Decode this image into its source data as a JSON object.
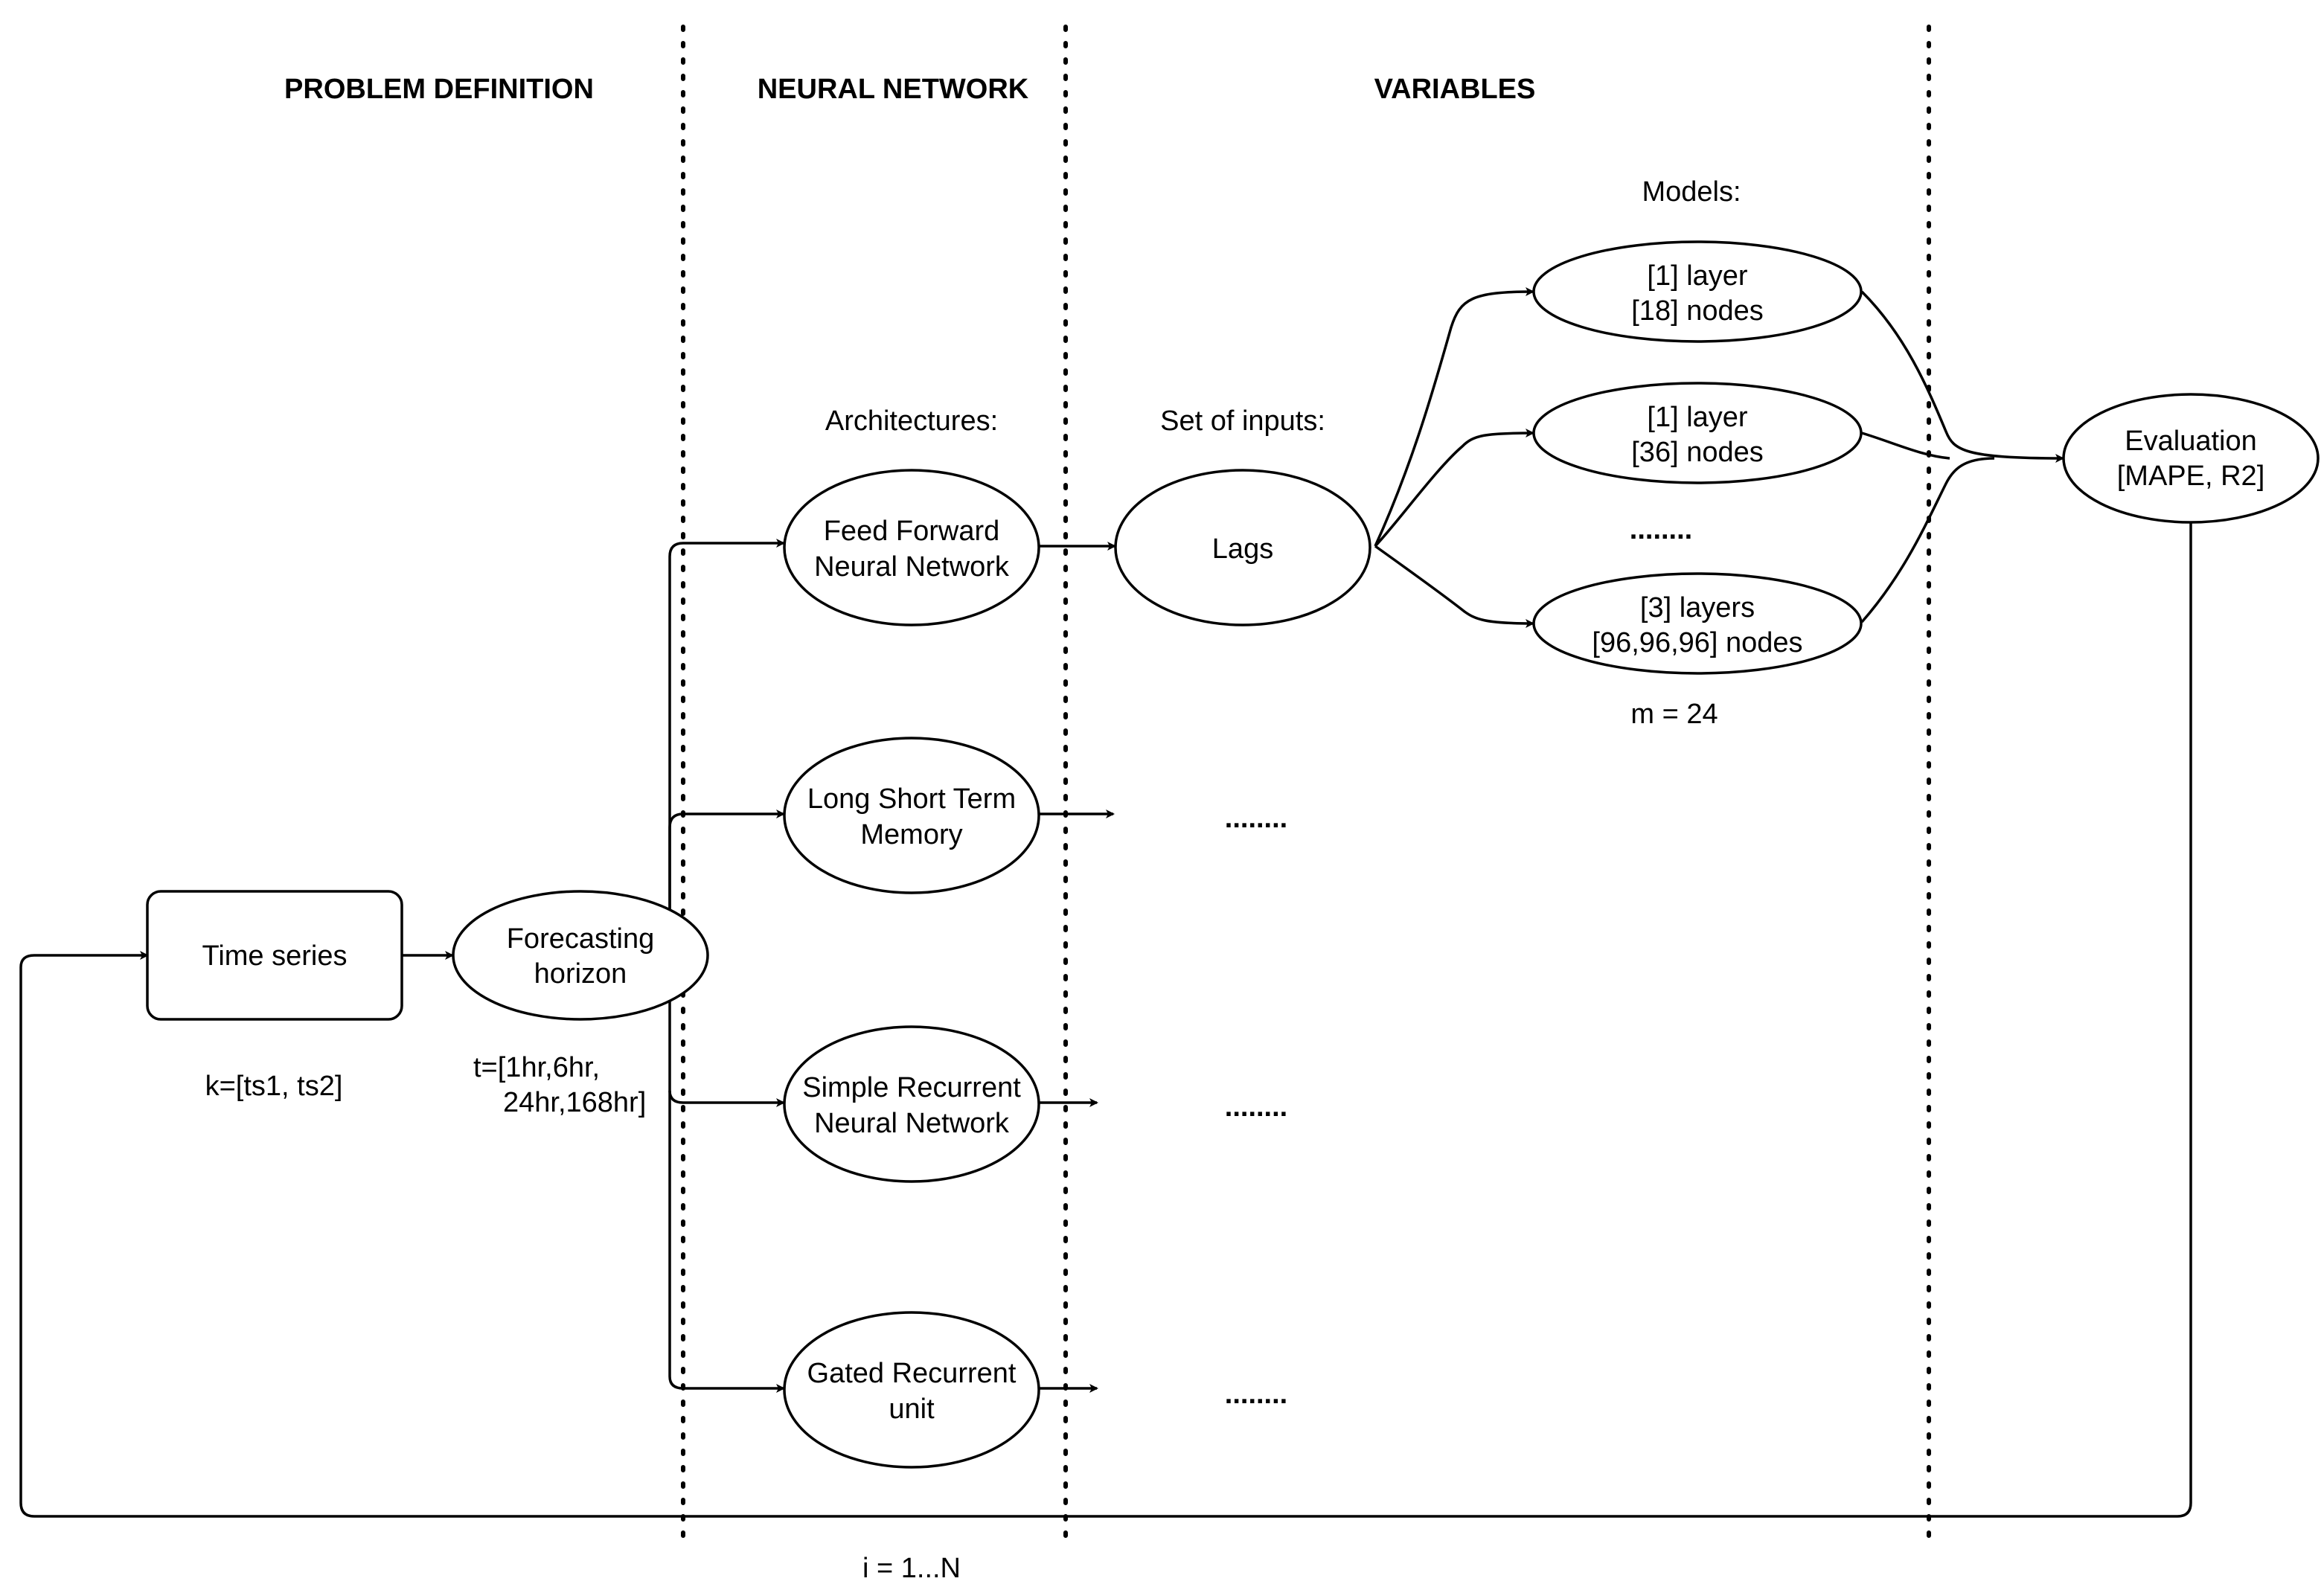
{
  "headers": {
    "problem_definition": "PROBLEM DEFINITION",
    "neural_network": "NEURAL NETWORK",
    "variables": "VARIABLES"
  },
  "labels": {
    "models": "Models:",
    "architectures": "Architectures:",
    "set_of_inputs": "Set of  inputs:",
    "k": "k=[ts1, ts2]",
    "t_line1": "t=[1hr,6hr,",
    "t_line2": "24hr,168hr]",
    "m": "m = 24",
    "i": "i = 1...N",
    "models_ellipsis": "........",
    "lstm_ellipsis": "........",
    "srnn_ellipsis": "........",
    "gru_ellipsis": "........"
  },
  "nodes": {
    "time_series": {
      "line1": "Time series"
    },
    "forecasting_horizon": {
      "line1": "Forecasting",
      "line2": "horizon"
    },
    "ffnn": {
      "line1": "Feed Forward",
      "line2": "Neural Network"
    },
    "lstm": {
      "line1": "Long Short Term",
      "line2": "Memory"
    },
    "srnn": {
      "line1": "Simple Recurrent",
      "line2": "Neural Network"
    },
    "gru": {
      "line1": "Gated Recurrent",
      "line2": "unit"
    },
    "lags": {
      "line1": "Lags"
    },
    "model1": {
      "line1": "[1] layer",
      "line2": "[18] nodes"
    },
    "model2": {
      "line1": "[1] layer",
      "line2": "[36] nodes"
    },
    "model3": {
      "line1": "[3] layers",
      "line2": "[96,96,96] nodes"
    },
    "evaluation": {
      "line1": "Evaluation",
      "line2": "[MAPE, R2]"
    }
  }
}
